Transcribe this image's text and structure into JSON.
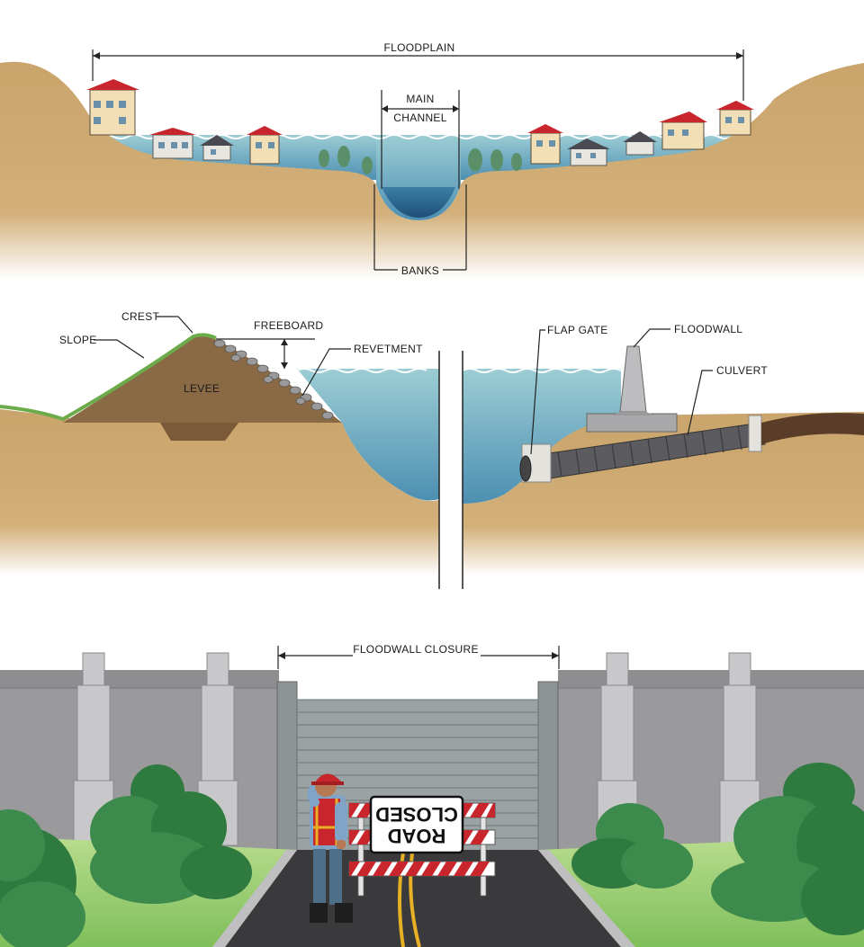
{
  "panel1": {
    "floodplain_label": "FLOODPLAIN",
    "main_label": "MAIN",
    "channel_label": "CHANNEL",
    "banks_label": "BANKS"
  },
  "panel2": {
    "crest_label": "CREST",
    "slope_label": "SLOPE",
    "freeboard_label": "FREEBOARD",
    "revetment_label": "REVETMENT",
    "levee_label": "LEVEE",
    "flap_gate_label": "FLAP GATE",
    "floodwall_label": "FLOODWALL",
    "culvert_label": "CULVERT"
  },
  "panel3": {
    "closure_label": "FLOODWALL CLOSURE",
    "sign_line1": "ROAD",
    "sign_line2": "CLOSED"
  },
  "colors": {
    "soil": "#c9a46b",
    "soil_dark": "#8a6a45",
    "water": "#8fc3cc",
    "water_deep": "#2f6f9a",
    "grass": "#6bab4a",
    "wall": "#9a9a9c",
    "pillar": "#c8c8ca",
    "bush": "#2f7a3f",
    "roof": "#c8262c",
    "road": "#3a3a3c",
    "road_line": "#e8b125",
    "barricade_red": "#c8262c"
  }
}
